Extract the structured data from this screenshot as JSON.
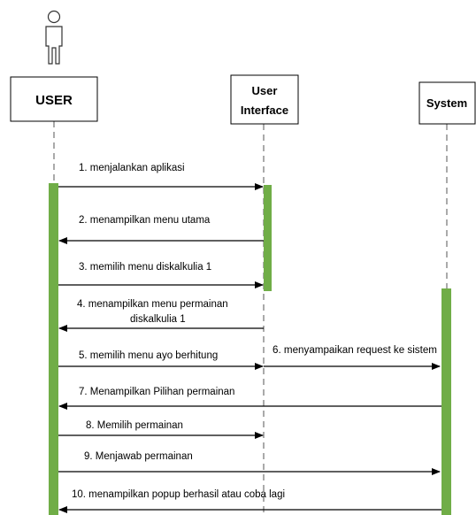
{
  "participants": [
    {
      "id": "user",
      "label_lines": [
        "USER"
      ],
      "actor_icon": "stick-figure-actor-icon"
    },
    {
      "id": "ui",
      "label_lines": [
        "User",
        "Interface"
      ]
    },
    {
      "id": "system",
      "label_lines": [
        "System"
      ]
    }
  ],
  "colors": {
    "activation": "#70ad47",
    "line": "#000000",
    "lifeline": "#555555"
  },
  "messages": [
    {
      "id": "m1",
      "from": "user",
      "to": "ui",
      "lines": [
        "1. menjalankan aplikasi"
      ]
    },
    {
      "id": "m2",
      "from": "ui",
      "to": "user",
      "lines": [
        "2. menampilkan menu utama"
      ]
    },
    {
      "id": "m3",
      "from": "user",
      "to": "ui",
      "lines": [
        "3. memilih menu diskalkulia 1"
      ]
    },
    {
      "id": "m4",
      "from": "ui",
      "to": "user",
      "lines": [
        "4. menampilkan menu permainan",
        "diskalkulia 1"
      ]
    },
    {
      "id": "m5",
      "from": "user",
      "to": "ui",
      "lines": [
        "5. memilih menu ayo berhitung"
      ]
    },
    {
      "id": "m6",
      "from": "ui",
      "to": "system",
      "lines": [
        "6. menyampaikan request ke sistem"
      ]
    },
    {
      "id": "m7",
      "from": "system",
      "to": "user",
      "lines": [
        "7. Menampilkan Pilihan permainan"
      ]
    },
    {
      "id": "m8",
      "from": "user",
      "to": "ui",
      "lines": [
        "8. Memilih permainan"
      ]
    },
    {
      "id": "m9",
      "from": "user",
      "to": "system",
      "lines": [
        "9. Menjawab permainan"
      ]
    },
    {
      "id": "m10",
      "from": "system",
      "to": "user",
      "lines": [
        "10. menampilkan popup berhasil atau coba lagi"
      ]
    }
  ]
}
